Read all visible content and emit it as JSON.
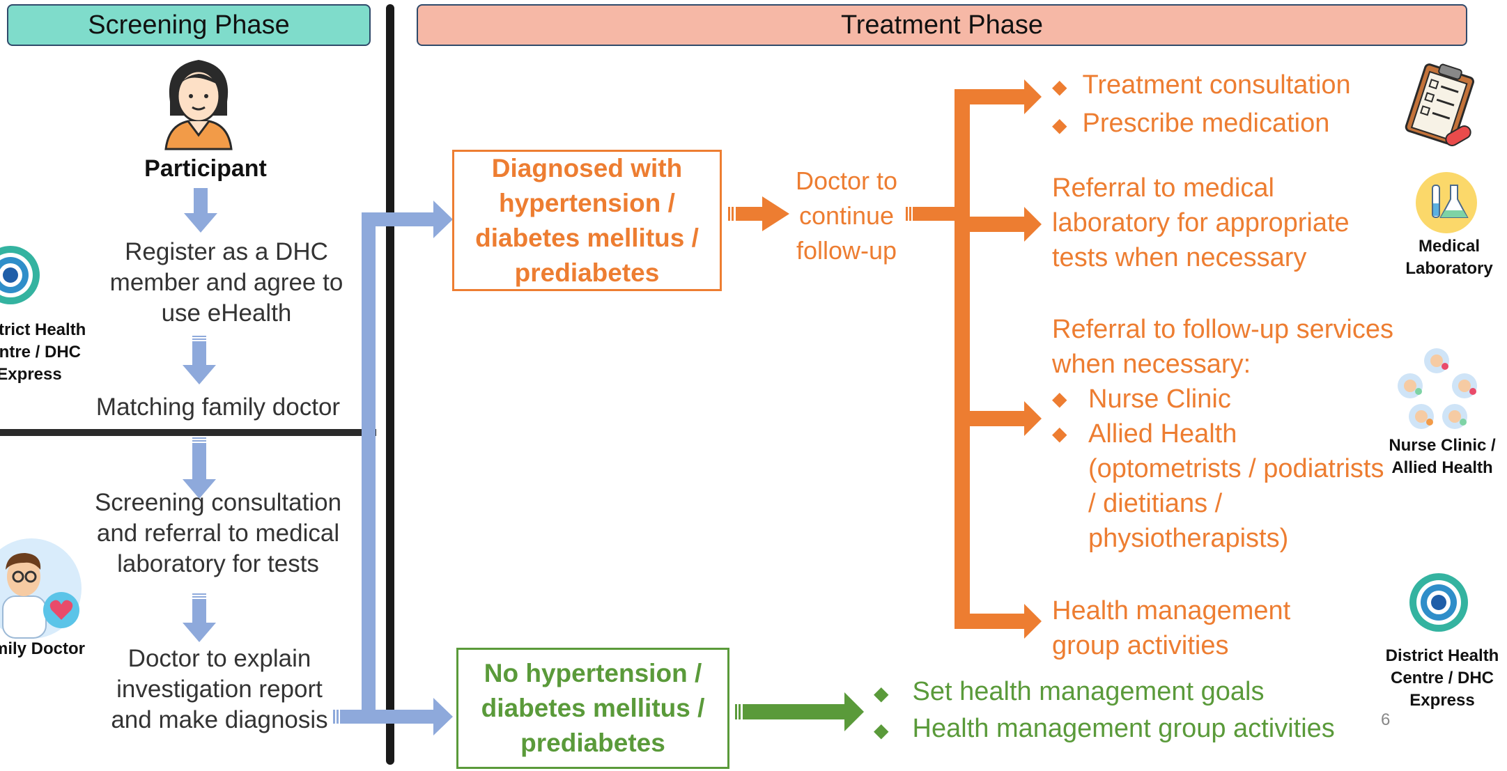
{
  "phases": {
    "screening": "Screening Phase",
    "treatment": "Treatment Phase"
  },
  "participant": {
    "label": "Participant"
  },
  "screening_steps": [
    "Register as a DHC member and agree to use eHealth",
    "Matching family doctor",
    "Screening consultation and referral to medical laboratory for tests",
    "Doctor to explain investigation report and make diagnosis"
  ],
  "left_labels": {
    "dhc": "District Health Centre / DHC Express",
    "doctor": "Family Doctor"
  },
  "diagnosed_box": "Diagnosed with hypertension / diabetes mellitus / prediabetes",
  "followup": "Doctor to continue follow-up",
  "outcomes": {
    "treatment_items": [
      "Treatment consultation",
      "Prescribe medication"
    ],
    "lab_referral": "Referral to medical laboratory for appropriate tests when necessary",
    "followup_referral": "Referral to follow-up services when necessary:",
    "followup_items": [
      "Nurse Clinic",
      "Allied Health (optometrists / podiatrists / dietitians / physiotherapists)"
    ],
    "health_mgmt": "Health management group activities"
  },
  "no_box": "No hypertension / diabetes mellitus / prediabetes",
  "no_items": [
    "Set health management goals",
    "Health management group activities"
  ],
  "right_labels": {
    "lab": "Medical Laboratory",
    "nurse": "Nurse Clinic / Allied Health",
    "dhc": "District Health Centre / DHC Express"
  },
  "page_number": "6",
  "bullet": "◆",
  "colors": {
    "orange": "#ed7d31",
    "green": "#5a9a3a",
    "blue_arrow": "#8ea9db",
    "screening_bg": "#7fdccb",
    "treatment_bg": "#f6b8a6"
  },
  "icons": [
    "participant-icon",
    "dhc-logo-icon",
    "doctor-icon",
    "clipboard-icon",
    "lab-flask-icon",
    "care-team-icon"
  ]
}
